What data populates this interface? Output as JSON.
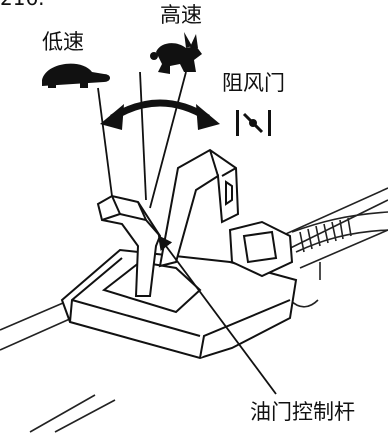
{
  "labels": {
    "top_fragment": "216.",
    "high_speed": "高速",
    "low_speed": "低速",
    "choke": "阻风门",
    "throttle_lever": "油门控制杆"
  },
  "icons": {
    "high_speed": "rabbit-icon",
    "low_speed": "turtle-icon",
    "choke": "choke-icon",
    "arc": "double-headed-arc-arrow"
  },
  "colors": {
    "ink": "#111111",
    "paper": "#ffffff"
  }
}
